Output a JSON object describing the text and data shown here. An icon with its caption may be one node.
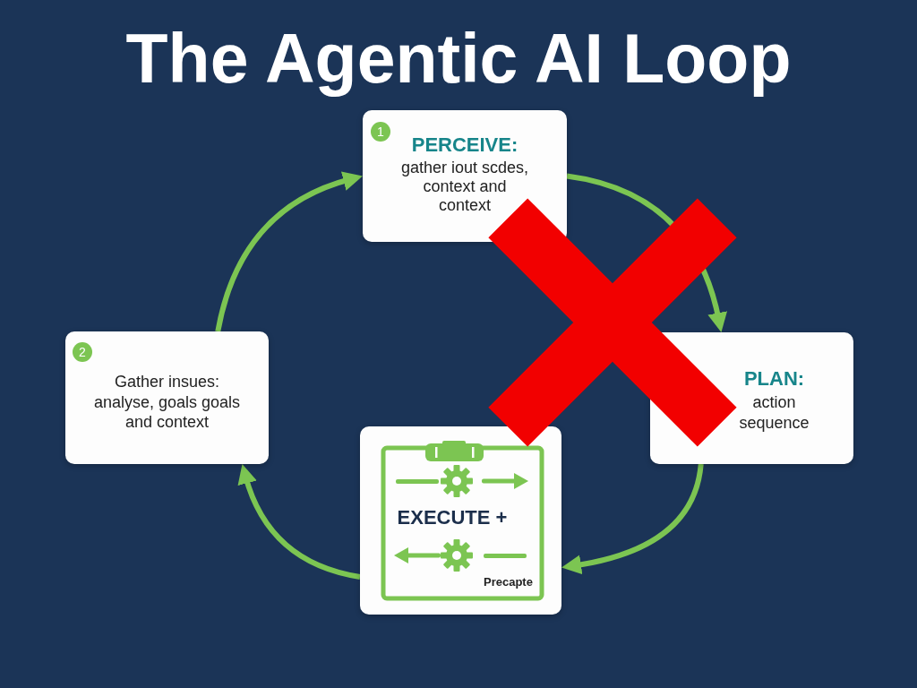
{
  "diagram": {
    "title": "The Agentic AI Loop",
    "nodes": [
      {
        "text": [
          "PERCEIVE:",
          "gather iout scdes, context and context"
        ]
      },
      {
        "text": [
          "1"
        ],
        "in": 0
      },
      {
        "text": [
          "Gather insues: analyse, goals goals and context"
        ]
      },
      {
        "text": [
          "2"
        ],
        "in": 2
      },
      {
        "text": [
          "PLAN:",
          "action sequence"
        ]
      },
      {
        "text": [
          "EXECUTE +",
          "Precapte"
        ]
      }
    ],
    "edges": [
      {
        "from": 0,
        "to": 4,
        "arrow": "to"
      },
      {
        "from": 4,
        "to": 5,
        "arrow": "to"
      },
      {
        "from": 5,
        "to": 2,
        "arrow": "to"
      },
      {
        "from": 2,
        "to": 0,
        "arrow": "to"
      }
    ]
  }
}
